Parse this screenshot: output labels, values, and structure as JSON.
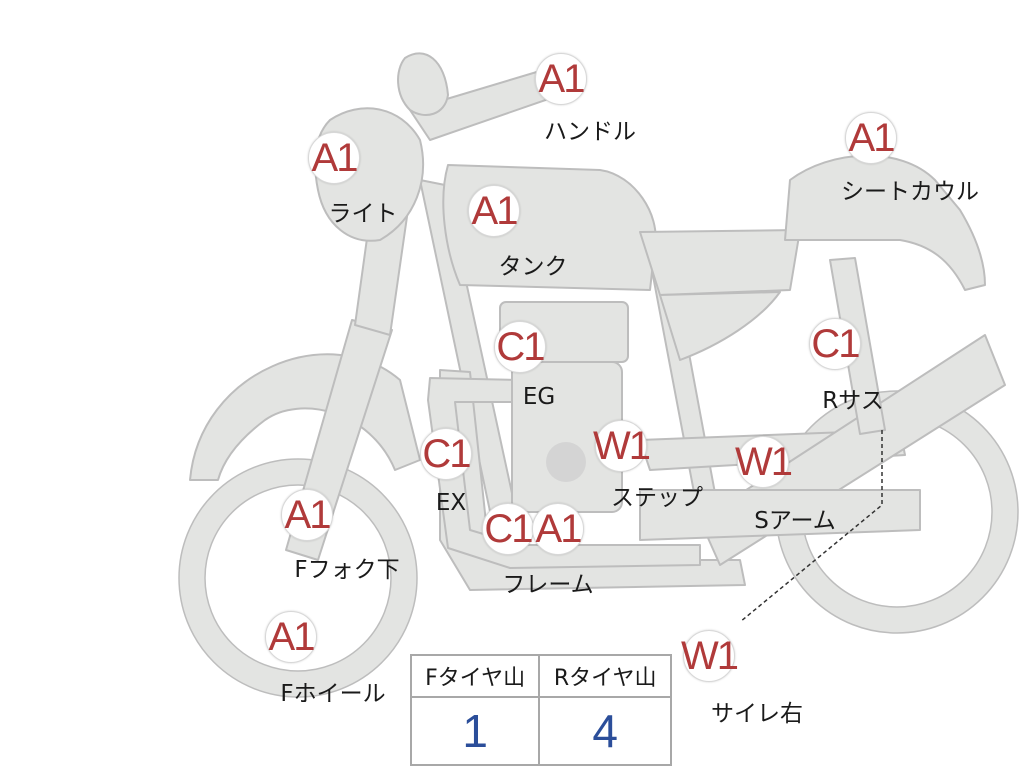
{
  "colors": {
    "fill": "#e3e4e2",
    "stroke": "#bdbdbd",
    "badge_text": "#b03a3a",
    "value_text": "#2b4e9a"
  },
  "parts": [
    {
      "id": "handle",
      "grade": "A1",
      "label": "ハンドル"
    },
    {
      "id": "light",
      "grade": "A1",
      "label": "ライト"
    },
    {
      "id": "seatcowl",
      "grade": "A1",
      "label": "シートカウル"
    },
    {
      "id": "tank",
      "grade": "A1",
      "label": "タンク"
    },
    {
      "id": "eg",
      "grade": "C1",
      "label": "EG"
    },
    {
      "id": "rsus",
      "grade": "C1",
      "label": "Rサス"
    },
    {
      "id": "ex",
      "grade": "C1",
      "label": "EX"
    },
    {
      "id": "step",
      "grade": "W1",
      "label": "ステップ"
    },
    {
      "id": "sarm",
      "grade": "W1",
      "label": "Sアーム"
    },
    {
      "id": "ffork",
      "grade": "A1",
      "label": "Fフォク下"
    },
    {
      "id": "frame",
      "grade": "C1",
      "label": "フレーム"
    },
    {
      "id": "frame2",
      "grade": "A1",
      "label": ""
    },
    {
      "id": "fwheel",
      "grade": "A1",
      "label": "Fホイール"
    },
    {
      "id": "silencer",
      "grade": "W1",
      "label": "サイレ右"
    }
  ],
  "tire_table": {
    "headers": [
      "Fタイヤ山",
      "Rタイヤ山"
    ],
    "values": [
      "1",
      "4"
    ]
  }
}
